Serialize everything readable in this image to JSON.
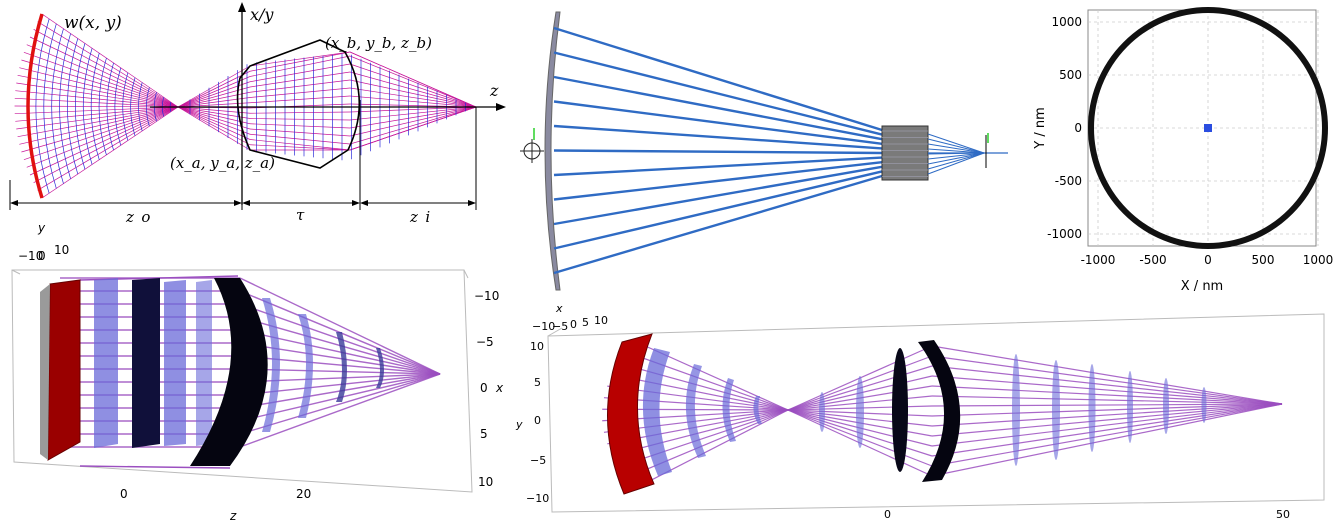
{
  "top_left": {
    "axis_vertical": "x/y",
    "axis_horizontal": "z",
    "label_wavefront": "w(x, y)",
    "label_point_b": "(x_b, y_b, z_b)",
    "label_point_a": "(x_a, y_a, z_a)",
    "dim_object": "z_o",
    "dim_thickness": "τ",
    "dim_image": "z_i"
  },
  "bottom_left": {
    "y_axis_label": "y",
    "y_ticks": [
      "−10",
      "0",
      "10"
    ],
    "x_axis_label": "x",
    "x_ticks": [
      "−10",
      "−5",
      "0",
      "5",
      "10"
    ],
    "z_axis_label": "z",
    "z_ticks": [
      "0",
      "20"
    ]
  },
  "spot_diagram": {
    "x_label": "X / nm",
    "y_label": "Y / nm",
    "x_ticks": [
      "-1000",
      "-500",
      "0",
      "500",
      "1000"
    ],
    "y_ticks": [
      "1000",
      "500",
      "0",
      "-500",
      "-1000"
    ]
  },
  "bottom_right": {
    "x_axis_label": "x",
    "x_ticks": [
      "−10",
      "−5",
      "0",
      "5",
      "10"
    ],
    "y_axis_label": "y",
    "y_ticks": [
      "10",
      "5",
      "0",
      "−5",
      "−10"
    ],
    "z_ticks": [
      "0",
      "50"
    ]
  },
  "colors": {
    "grid_blue": "#2a2ad8",
    "grid_magenta": "#c8189a",
    "red_surface": "#e01010",
    "ray_blue": "#2f6bc4",
    "lens_purple": "#9b4fc0"
  }
}
